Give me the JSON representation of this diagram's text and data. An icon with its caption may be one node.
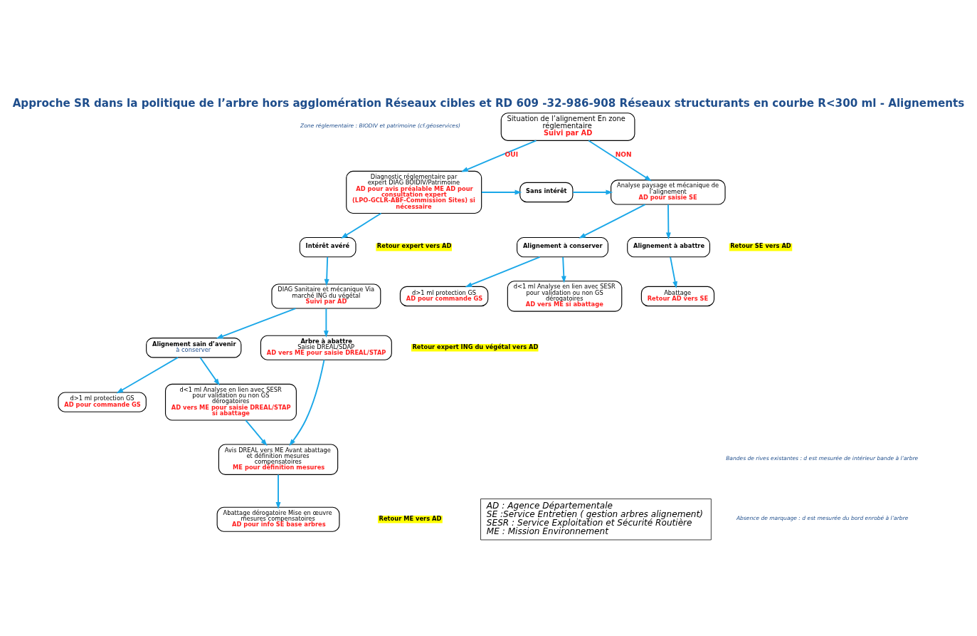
{
  "diagram": {
    "title": "Approche SR dans la politique de l’arbre hors agglomération Réseaux cibles et RD 609 -32-986-908 Réseaux structurants en courbe R<300 ml - Alignements",
    "nodes": [
      {
        "text": [
          "Situation de l’alignement En zone réglementaire",
          "Suivi par AD"
        ]
      },
      {
        "text": [
          "Diagnostic réglementaire par expert DIAG BOIDIV/Patrimoine",
          "AD pour avis préalable ME AD pour consultation expert (LPO-GCLR-ABF-Commission Sites) si nécessaire"
        ]
      },
      {
        "text": [
          "Sans intérêt"
        ]
      },
      {
        "text": [
          "Analyse paysage et mécanique de l’alignement",
          "AD pour saisie SE"
        ]
      },
      {
        "text": [
          "Intérêt avéré"
        ]
      },
      {
        "text": [
          "DIAG Sanitaire et mécanique Via marché ING du végétal",
          "Suivi par AD"
        ]
      },
      {
        "text": [
          "Alignement à conserver"
        ]
      },
      {
        "text": [
          "Alignement à abattre"
        ]
      },
      {
        "text": [
          "d>1 ml protection GS",
          "AD pour commande GS"
        ]
      },
      {
        "text": [
          "d<1 ml Analyse en lien avec SESR pour validation ou non GS dérogatoires",
          "AD vers ME si abattage"
        ]
      },
      {
        "text": [
          "Abattage",
          "Retour AD vers SE"
        ]
      },
      {
        "text": [
          "Alignement sain d’avenir",
          "à conserver"
        ]
      },
      {
        "text": [
          "Arbre à abattre",
          "Saisie DREAL/SDAP",
          "AD vers ME pour saisie DREAL/STAP"
        ]
      },
      {
        "text": [
          "d>1 ml protection GS",
          "AD pour commande GS"
        ]
      },
      {
        "text": [
          "d<1 ml Analyse en lien avec SESR pour validation ou non GS dérogatoires",
          "AD vers ME pour saisie DREAL/STAP si abattage"
        ]
      },
      {
        "text": [
          "Avis DREAL vers ME Avant abattage et définition mesures compensatoires",
          "ME pour définition mesures"
        ]
      },
      {
        "text": [
          "Abattage dérogatoire Mise en œuvre mesures compensatoires",
          "AD pour info SE base arbres"
        ]
      },
      {
        "text": [
          "AD : Agence Départementale",
          "SE :Service Entretien ( gestion arbres alignement)",
          "SESR : Service Exploitation et Sécurité Routière",
          "ME : Mission Environnement"
        ]
      }
    ],
    "edges": [
      {
        "from": 0,
        "to": 1,
        "arrow": "to",
        "label": "OUI"
      },
      {
        "from": 0,
        "to": 3,
        "arrow": "to",
        "label": "NON"
      },
      {
        "from": 1,
        "to": 2,
        "arrow": "to"
      },
      {
        "from": 2,
        "to": 3,
        "arrow": "to"
      },
      {
        "from": 1,
        "to": 4,
        "arrow": "to"
      },
      {
        "from": 4,
        "to": 5,
        "arrow": "to"
      },
      {
        "from": 3,
        "to": 6,
        "arrow": "to"
      },
      {
        "from": 3,
        "to": 7,
        "arrow": "to"
      },
      {
        "from": 6,
        "to": 8,
        "arrow": "to"
      },
      {
        "from": 6,
        "to": 9,
        "arrow": "to"
      },
      {
        "from": 7,
        "to": 10,
        "arrow": "to"
      },
      {
        "from": 5,
        "to": 11,
        "arrow": "to"
      },
      {
        "from": 5,
        "to": 12,
        "arrow": "to"
      },
      {
        "from": 11,
        "to": 13,
        "arrow": "to"
      },
      {
        "from": 11,
        "to": 14,
        "arrow": "to"
      },
      {
        "from": 14,
        "to": 15,
        "arrow": "to"
      },
      {
        "from": 12,
        "to": 15,
        "arrow": "to"
      },
      {
        "from": 15,
        "to": 16,
        "arrow": "to"
      }
    ],
    "labels": [
      "Zone réglementaire : BIODIV et patrimoine (cf.géoservices)",
      "Retour expert vers AD",
      "Retour SE vers AD",
      "Retour expert ING du végétal vers AD",
      "Bandes de rives existantes : d est mesurée de intérieur bande à l’arbre",
      "Absence de marquage : d est mesurée du bord enrobé à l’arbre",
      "Retour ME vers AD"
    ]
  }
}
